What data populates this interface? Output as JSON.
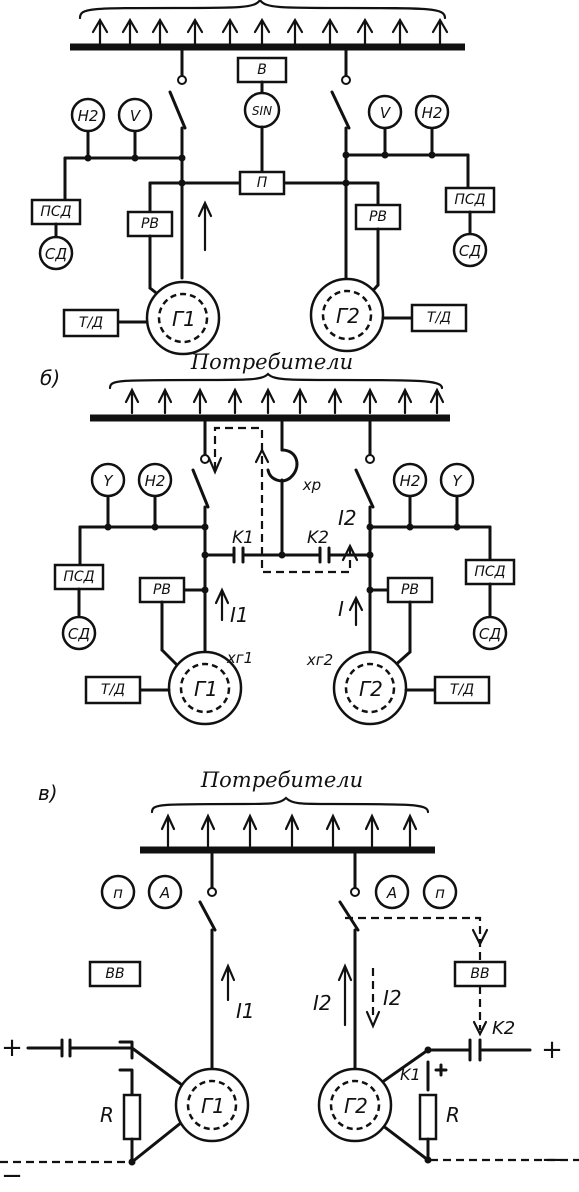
{
  "labels": {
    "consumers": "Потребители",
    "panel_b": "б)",
    "panel_v": "в)",
    "B": "B",
    "SIN": "SIN",
    "P": "П",
    "H2": "H2",
    "V": "V",
    "Y": "Y",
    "PSD": "ПСД",
    "SD": "СД",
    "RV": "РВ",
    "TD": "Т/Д",
    "G1": "Г1",
    "G2": "Г2",
    "K1": "K1",
    "K2": "K2",
    "I1": "I1",
    "I2": "I2",
    "I": "I",
    "xp": "xp",
    "xg1": "xг1",
    "xg2": "xг2",
    "A": "A",
    "pp": "п",
    "VV": "ВВ",
    "R": "R",
    "plus": "+",
    "minus": "−"
  }
}
